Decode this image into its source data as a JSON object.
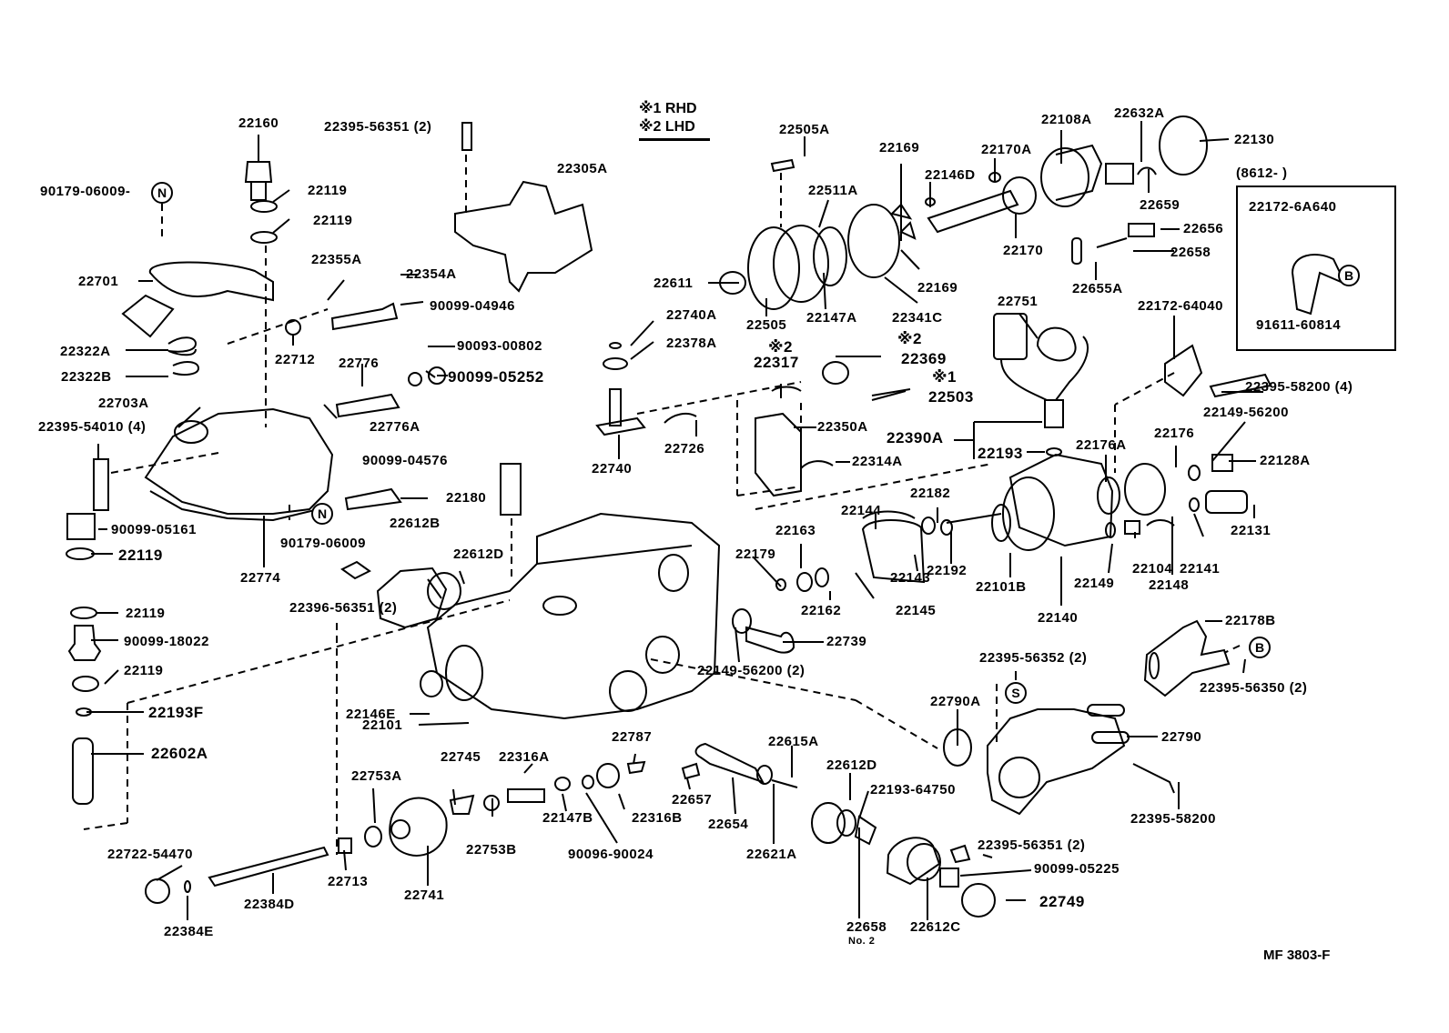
{
  "diagram": {
    "title_code": "MF 3803-F",
    "legend": [
      {
        "mark": "※1",
        "text": "RHD"
      },
      {
        "mark": "※2",
        "text": "LHD"
      }
    ],
    "inset": {
      "header": "(8612-        )",
      "parts": [
        "22172-6A640",
        "91611-60814"
      ]
    },
    "markers": {
      "N": "N",
      "B": "B",
      "S": "S"
    },
    "parts": {
      "p22160": "22160",
      "p22395_56351_top": "22395-56351 (2)",
      "p90179_06009_a": "90179-06009-",
      "p22119_a": "22119",
      "p22119_b": "22119",
      "p22305A": "22305A",
      "p22701": "22701",
      "p22355A": "22355A",
      "p22354A": "22354A",
      "p90099_04946": "90099-04946",
      "p22322A": "22322A",
      "p22322B": "22322B",
      "p22712": "22712",
      "p22776": "22776",
      "p90093_00802": "90093-00802",
      "p90099_05252": "90099-05252",
      "p22703A": "22703A",
      "p22395_54010": "22395-54010 (4)",
      "p22776A": "22776A",
      "p90099_04576": "90099-04576",
      "p22180": "22180",
      "p90099_05161": "90099-05161",
      "p22119_c": "22119",
      "p90179_06009_b": "90179-06009",
      "p22612B": "22612B",
      "p22612D_a": "22612D",
      "p22774": "22774",
      "p22396_56351": "22396-56351 (2)",
      "p22119_d": "22119",
      "p90099_18022": "90099-18022",
      "p22119_e": "22119",
      "p22193F": "22193F",
      "p22602A": "22602A",
      "p22146E": "22146E",
      "p22101": "22101",
      "p22753A": "22753A",
      "p22745": "22745",
      "p22316A": "22316A",
      "p22787": "22787",
      "p22615A": "22615A",
      "p22657": "22657",
      "p22654": "22654",
      "p22147B": "22147B",
      "p22316B": "22316B",
      "p22753B": "22753B",
      "p90096_90024": "90096-90024",
      "p22621A": "22621A",
      "p22722_54470": "22722-54470",
      "p22713": "22713",
      "p22741": "22741",
      "p22384D": "22384D",
      "p22384E": "22384E",
      "p22505A": "22505A",
      "p22511A": "22511A",
      "p22169_a": "22169",
      "p22169_b": "22169",
      "p22146D": "22146D",
      "p22170A": "22170A",
      "p22170": "22170",
      "p22108A": "22108A",
      "p22632A": "22632A",
      "p22130": "22130",
      "p22659": "22659",
      "p22656": "22656",
      "p22658_a": "22658",
      "p22655A": "22655A",
      "p22611": "22611",
      "p22505": "22505",
      "p22147A": "22147A",
      "p22341C": "22341C",
      "p22740A": "22740A",
      "p22378A": "22378A",
      "p22317_mark": "※2",
      "p22317": "22317",
      "p22369_mark": "※2",
      "p22369": "22369",
      "p22503_mark": "※1",
      "p22503": "22503",
      "p22751": "22751",
      "p22172_64040": "22172-64040",
      "p22395_58200_4": "22395-58200 (4)",
      "p22350A": "22350A",
      "p22390A": "22390A",
      "p22193": "22193",
      "p22740": "22740",
      "p22726": "22726",
      "p22314A": "22314A",
      "p22149_56200_a": "22149-56200",
      "p22176A": "22176A",
      "p22176": "22176",
      "p22128A": "22128A",
      "p22144": "22144",
      "p22182": "22182",
      "p22163": "22163",
      "p22179": "22179",
      "p22143": "22143",
      "p22192": "22192",
      "p22101B": "22101B",
      "p22149": "22149",
      "p22104": "22104",
      "p22148": "22148",
      "p22141": "22141",
      "p22131": "22131",
      "p22162": "22162",
      "p22145": "22145",
      "p22140": "22140",
      "p22739": "22739",
      "p22149_56200_b": "22149-56200 (2)",
      "p22178B": "22178B",
      "p22395_56350": "22395-56350 (2)",
      "p22395_56352": "22395-56352 (2)",
      "p22790A": "22790A",
      "p22790": "22790",
      "p22612D_b": "22612D",
      "p22193_64750": "22193-64750",
      "p22395_58200": "22395-58200",
      "p22395_56351_b": "22395-56351 (2)",
      "p90099_05225": "90099-05225",
      "p22749": "22749",
      "p22658_b": "22658",
      "p22658_b_note": "No. 2",
      "p22612C": "22612C"
    }
  }
}
